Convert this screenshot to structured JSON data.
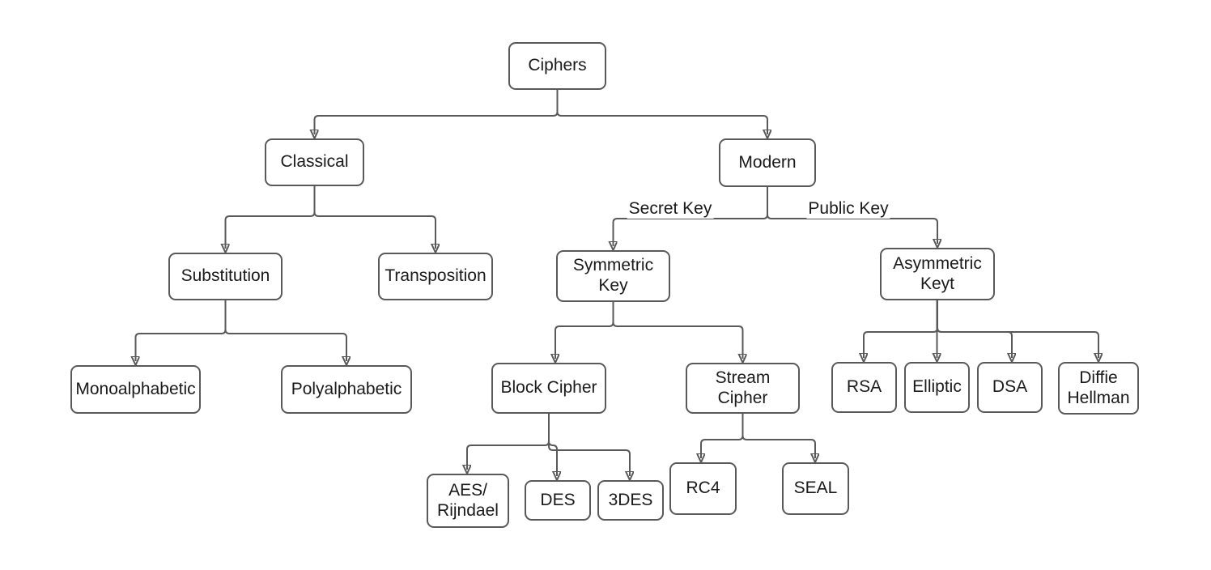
{
  "diagram": {
    "type": "tree-flowchart",
    "colors": {
      "stroke": "#595959",
      "box_fill": "#ffffff",
      "text": "#1a1a1a",
      "background": "#ffffff"
    },
    "nodes": {
      "ciphers": "Ciphers",
      "classical": "Classical",
      "modern": "Modern",
      "substitution": "Substitution",
      "transposition": "Transposition",
      "symmetric_key": "Symmetric\nKey",
      "asymmetric_key": "Asymmetric\nKeyt",
      "monoalphabetic": "Monoalphabetic",
      "polyalphabetic": "Polyalphabetic",
      "block_cipher": "Block Cipher",
      "stream_cipher": "Stream\nCipher",
      "aes_rijndael": "AES/\nRijndael",
      "des": "DES",
      "tripledes": "3DES",
      "rc4": "RC4",
      "seal": "SEAL",
      "rsa": "RSA",
      "elliptic": "Elliptic",
      "dsa": "DSA",
      "diffie_hellman": "Diffie\nHellman"
    },
    "edge_labels": {
      "secret_key": "Secret Key",
      "public_key": "Public Key"
    },
    "edges": [
      {
        "from": "ciphers",
        "to": "classical"
      },
      {
        "from": "ciphers",
        "to": "modern"
      },
      {
        "from": "classical",
        "to": "substitution"
      },
      {
        "from": "classical",
        "to": "transposition"
      },
      {
        "from": "substitution",
        "to": "monoalphabetic"
      },
      {
        "from": "substitution",
        "to": "polyalphabetic"
      },
      {
        "from": "modern",
        "to": "symmetric_key",
        "label": "Secret Key"
      },
      {
        "from": "modern",
        "to": "asymmetric_key",
        "label": "Public Key"
      },
      {
        "from": "symmetric_key",
        "to": "block_cipher"
      },
      {
        "from": "symmetric_key",
        "to": "stream_cipher"
      },
      {
        "from": "block_cipher",
        "to": "aes_rijndael"
      },
      {
        "from": "block_cipher",
        "to": "des"
      },
      {
        "from": "block_cipher",
        "to": "tripledes"
      },
      {
        "from": "stream_cipher",
        "to": "rc4"
      },
      {
        "from": "stream_cipher",
        "to": "seal"
      },
      {
        "from": "asymmetric_key",
        "to": "rsa"
      },
      {
        "from": "asymmetric_key",
        "to": "elliptic"
      },
      {
        "from": "asymmetric_key",
        "to": "dsa"
      },
      {
        "from": "asymmetric_key",
        "to": "diffie_hellman"
      }
    ]
  }
}
